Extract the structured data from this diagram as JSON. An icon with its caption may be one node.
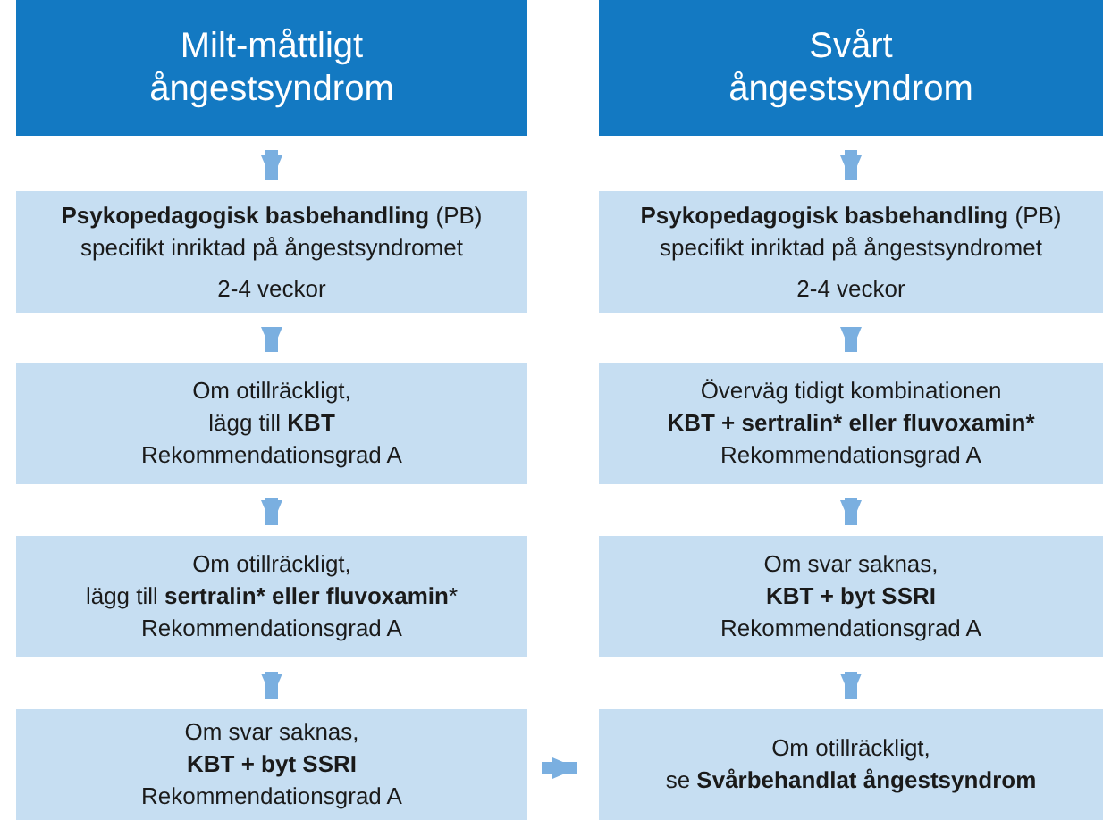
{
  "diagram": {
    "nodes": [
      {
        "text": [
          "Milt-måttligt ångestsyndrom"
        ]
      },
      {
        "text": [
          "**Psykopedagogisk basbehandling** (PB) specifikt inriktad på ångestsyndromet",
          "2-4 veckor"
        ]
      },
      {
        "text": [
          "Om otillräckligt,",
          "lägg till **KBT**",
          "Rekommendationsgrad A"
        ]
      },
      {
        "text": [
          "Om otillräckligt,",
          "lägg till **sertralin* eller fluvoxamin***",
          "Rekommendationsgrad A"
        ]
      },
      {
        "text": [
          "Om svar saknas,",
          "KBT + byt SSRI",
          "Rekommendationsgrad A"
        ]
      },
      {
        "text": [
          "Svårt ångestsyndrom"
        ]
      },
      {
        "text": [
          "**Psykopedagogisk basbehandling** (PB) specifikt inriktad på ångestsyndromet",
          "2-4 veckor"
        ]
      },
      {
        "text": [
          "Överväg tidigt kombinationen",
          "KBT + sertralin* eller fluvoxamin*",
          "Rekommendationsgrad A"
        ]
      },
      {
        "text": [
          "Om svar saknas,",
          "KBT + byt SSRI",
          "Rekommendationsgrad A"
        ]
      },
      {
        "text": [
          "Om otillräckligt,",
          "se **Svårbehandlat ångestsyndrom**"
        ]
      }
    ],
    "edges": [
      {
        "from": 0,
        "to": 1,
        "arrow": "to"
      },
      {
        "from": 1,
        "to": 2,
        "arrow": "to"
      },
      {
        "from": 2,
        "to": 3,
        "arrow": "to"
      },
      {
        "from": 3,
        "to": 4,
        "arrow": "to"
      },
      {
        "from": 5,
        "to": 6,
        "arrow": "to"
      },
      {
        "from": 6,
        "to": 7,
        "arrow": "to"
      },
      {
        "from": 7,
        "to": 8,
        "arrow": "to"
      },
      {
        "from": 8,
        "to": 9,
        "arrow": "to"
      },
      {
        "from": 4,
        "to": 9,
        "arrow": "to"
      }
    ]
  }
}
